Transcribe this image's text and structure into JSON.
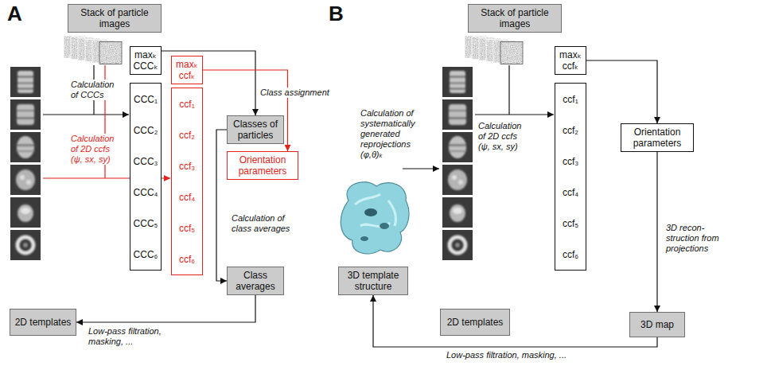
{
  "diagram": {
    "nodes": [
      {
        "text": [
          "Stack of particle images"
        ]
      },
      {
        "text": [
          "maxₖ CCCₖ"
        ]
      },
      {
        "text": [
          "CCC₁",
          "CCC₂",
          "CCC₃",
          "CCC₄",
          "CCC₅",
          "CCC₆"
        ]
      },
      {
        "text": [
          "maxₖ ccfₖ"
        ]
      },
      {
        "text": [
          "ccf₁",
          "ccf₂",
          "ccf₃",
          "ccf₄",
          "ccf₅",
          "ccf₆"
        ]
      },
      {
        "text": [
          "Classes of particles"
        ]
      },
      {
        "text": [
          "Orientation parameters"
        ]
      },
      {
        "text": [
          "Class averages"
        ]
      },
      {
        "text": [
          "2D templates"
        ]
      },
      {
        "text": [
          "3D template structure"
        ]
      },
      {
        "text": [
          "Stack of particle images"
        ]
      },
      {
        "text": [
          "maxₖ ccfₖ"
        ]
      },
      {
        "text": [
          "ccf₁",
          "ccf₂",
          "ccf₃",
          "ccf₄",
          "ccf₅",
          "ccf₆"
        ]
      },
      {
        "text": [
          "Orientation parameters"
        ]
      },
      {
        "text": [
          "2D templates"
        ]
      },
      {
        "text": [
          "3D map"
        ]
      }
    ],
    "edges": [
      {
        "from": 1,
        "to": 5,
        "arrow": "to",
        "label": "Class assignment"
      },
      {
        "from": 3,
        "to": 6,
        "arrow": "to"
      },
      {
        "from": 5,
        "to": 7,
        "arrow": "to",
        "label": "Calculation of class averages"
      },
      {
        "from": 7,
        "to": 8,
        "arrow": "to",
        "label": "Low-pass filtration, masking, ..."
      },
      {
        "from": 11,
        "to": 13,
        "arrow": "to"
      },
      {
        "from": 13,
        "to": 15,
        "arrow": "to",
        "label": "3D recon- struction from projections"
      },
      {
        "from": 15,
        "to": 9,
        "arrow": "to",
        "label": "Low-pass filtration, masking, ..."
      }
    ],
    "labels": [
      "A",
      "Calculation of CCCs",
      "Calculation of 2D ccfs (ψ, sx, sy)",
      "B",
      "Calculation of systematically generated reprojections (φ,θ)ₖ",
      "Calculation of 2D ccfs (ψ, sx, sy)"
    ]
  }
}
